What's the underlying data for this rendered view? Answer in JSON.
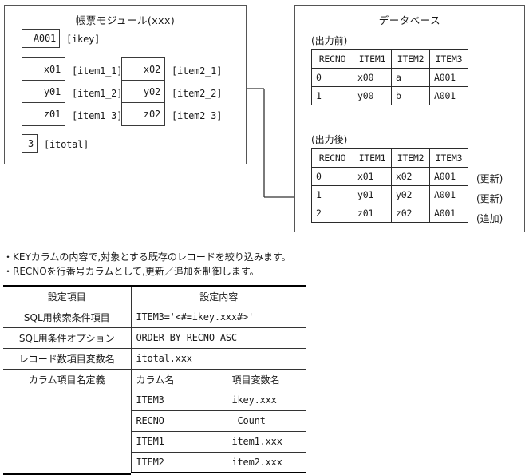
{
  "module": {
    "title": "帳票モジュール(xxx)",
    "key": {
      "value": "A001",
      "label": "[ikey]"
    },
    "total": {
      "value": "3",
      "label": "[itotal]"
    },
    "column1": [
      {
        "value": "x01",
        "label": "[item1_1]"
      },
      {
        "value": "y01",
        "label": "[item1_2]"
      },
      {
        "value": "z01",
        "label": "[item1_3]"
      }
    ],
    "column2": [
      {
        "value": "x02",
        "label": "[item2_1]"
      },
      {
        "value": "y02",
        "label": "[item2_2]"
      },
      {
        "value": "z02",
        "label": "[item2_3]"
      }
    ]
  },
  "database": {
    "title": "データベース",
    "before": {
      "caption": "(出力前)",
      "headers": [
        "RECNO",
        "ITEM1",
        "ITEM2",
        "ITEM3"
      ],
      "rows": [
        [
          "0",
          "x00",
          "a",
          "A001"
        ],
        [
          "1",
          "y00",
          "b",
          "A001"
        ]
      ]
    },
    "after": {
      "caption": "(出力後)",
      "headers": [
        "RECNO",
        "ITEM1",
        "ITEM2",
        "ITEM3"
      ],
      "rows": [
        [
          "0",
          "x01",
          "x02",
          "A001"
        ],
        [
          "1",
          "y01",
          "y02",
          "A001"
        ],
        [
          "2",
          "z01",
          "z02",
          "A001"
        ]
      ],
      "tags": [
        "(更新)",
        "(更新)",
        "(追加)"
      ]
    }
  },
  "notes": [
    "・KEYカラムの内容で,対象とする既存のレコードを絞り込みます。",
    "・RECNOを行番号カラムとして,更新／追加を制御します。"
  ],
  "settings": {
    "headers": [
      "設定項目",
      "設定内容"
    ],
    "rows": [
      {
        "label": "SQL用検索条件項目",
        "value": "ITEM3='<#=ikey.xxx#>'"
      },
      {
        "label": "SQL用条件オプション",
        "value": "ORDER BY RECNO ASC"
      },
      {
        "label": "レコード数項目変数名",
        "value": "itotal.xxx"
      }
    ],
    "column_def": {
      "label": "カラム項目名定義",
      "headers": [
        "カラム名",
        "項目変数名"
      ],
      "rows": [
        [
          "ITEM3",
          "ikey.xxx"
        ],
        [
          "RECNO",
          "_Count"
        ],
        [
          "ITEM1",
          "item1.xxx"
        ],
        [
          "ITEM2",
          "item2.xxx"
        ]
      ]
    }
  },
  "colors": {
    "line": "#333333",
    "panel_border": "#555555",
    "background": "#ffffff"
  }
}
